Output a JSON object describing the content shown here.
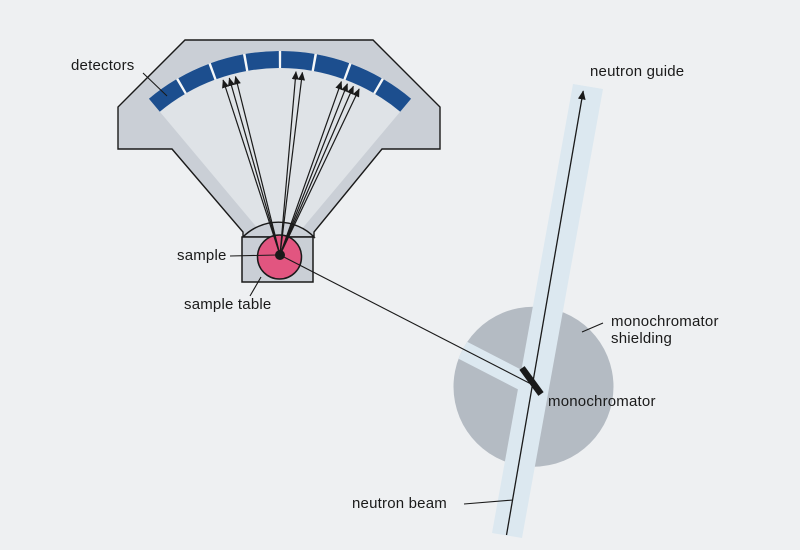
{
  "labels": {
    "detectors": "detectors",
    "sample": "sample",
    "sample_table": "sample table",
    "neutron_guide": "neutron guide",
    "monochromator_shielding": {
      "line1": "monochromator",
      "line2": "shielding"
    },
    "monochromator": "monochromator",
    "neutron_beam": "neutron beam"
  },
  "diagram": {
    "type": "instrument-schematic",
    "detector_segment_count": 8,
    "detector_arc_span_degrees": 80,
    "scatter_arrow_groups": [
      3,
      2,
      4
    ]
  },
  "colors": {
    "background": "#eef0f2",
    "housing_gray": "#cacfd6",
    "inner_wedge_gray": "#dfe3e7",
    "detector_blue": "#1c4e8e",
    "segment_gap_white": "#f5f7f8",
    "sample_pink": "#e25580",
    "shielding_gray": "#b4bbc3",
    "guide_blue": "#dce8f0",
    "line_black": "#1a1a1a"
  }
}
